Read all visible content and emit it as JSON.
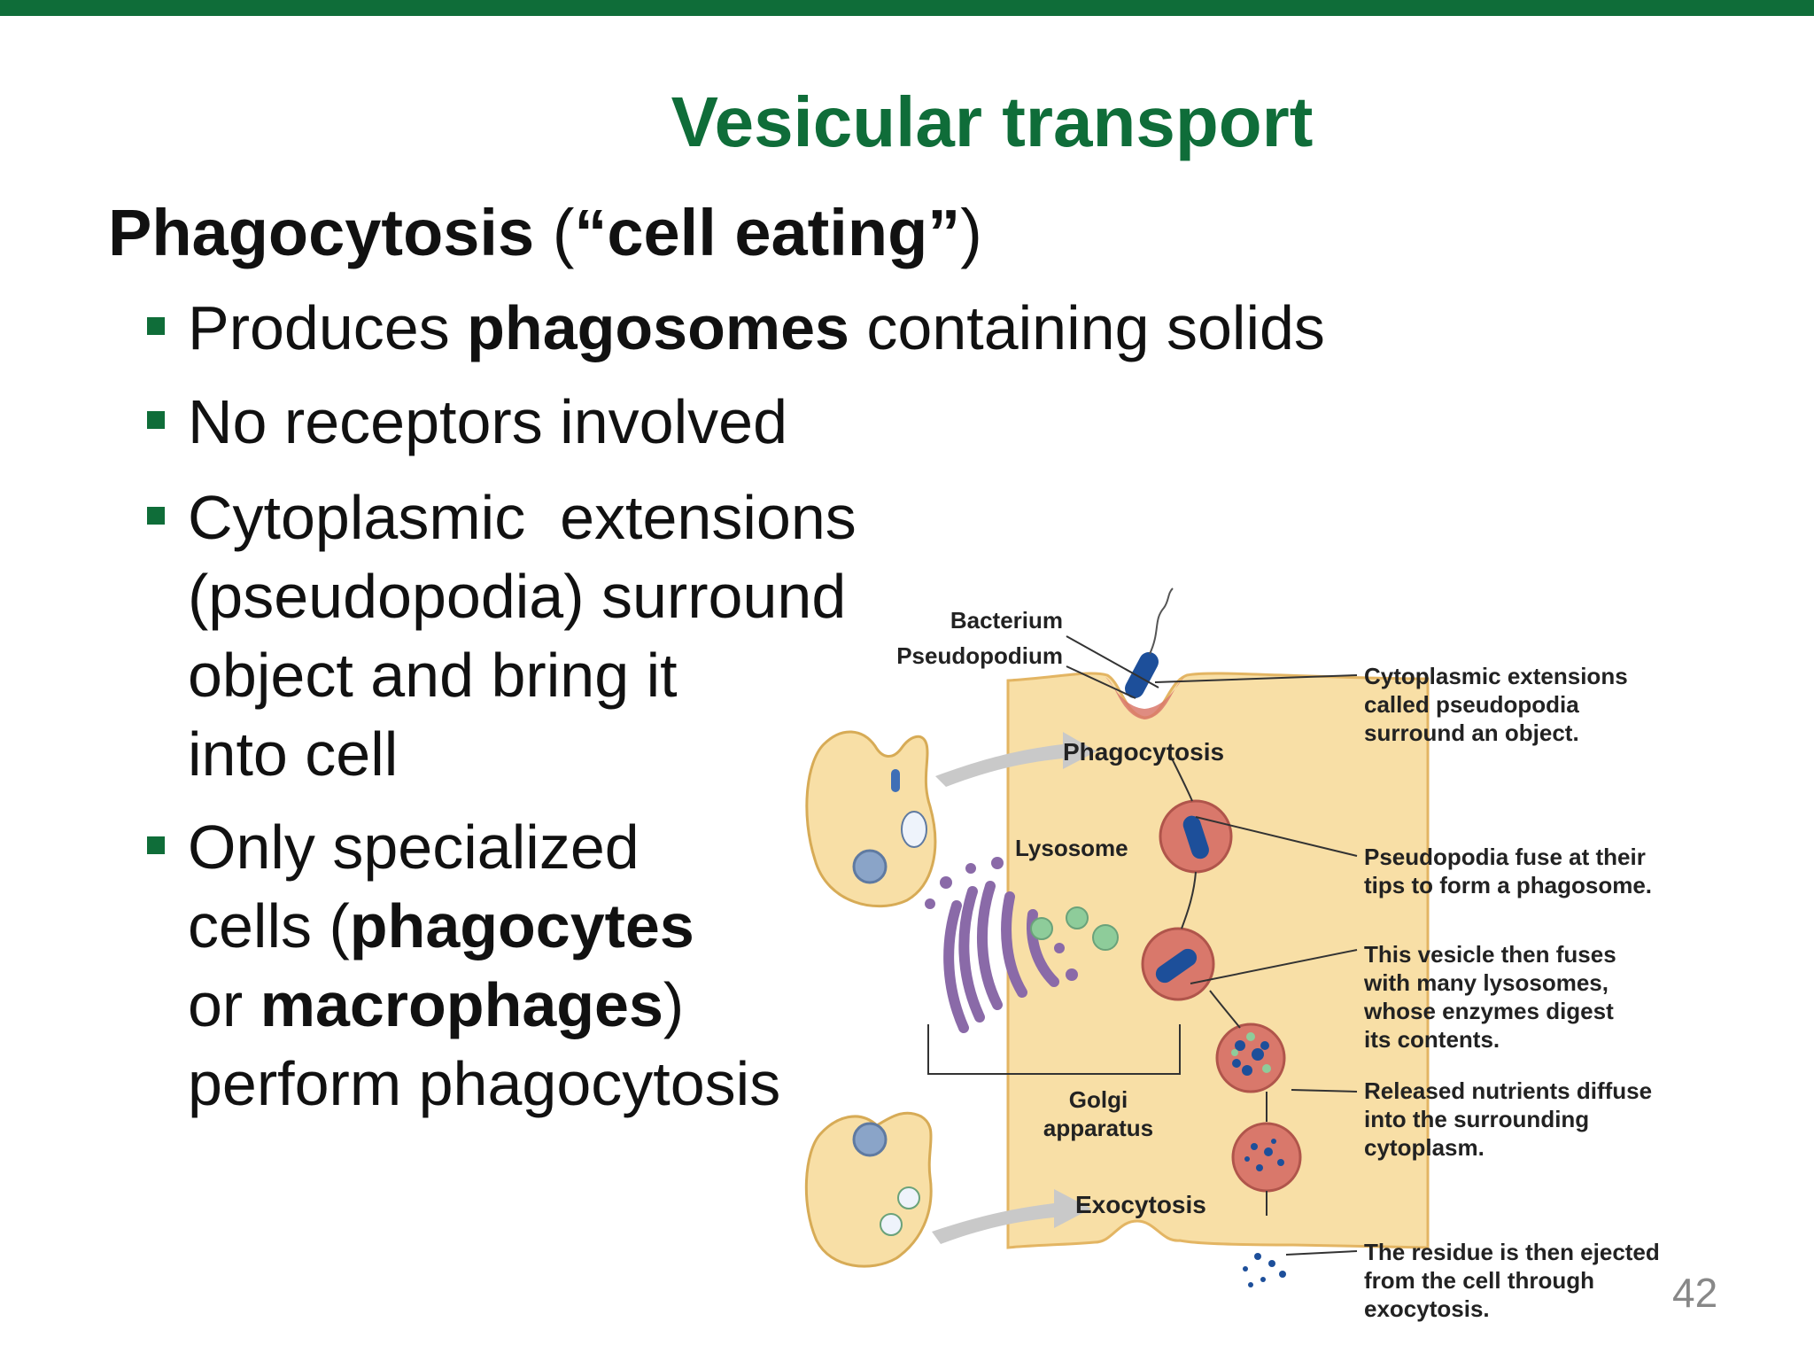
{
  "slide": {
    "title": "Vesicular transport",
    "heading": {
      "bold": "Phagocytosis",
      "open": " (",
      "quote": "“cell eating”",
      "close": ")"
    },
    "bullets": {
      "b1": {
        "pre": "Produces ",
        "bold": "phagosomes",
        "post": " containing solids"
      },
      "b2": {
        "text": "No receptors involved"
      },
      "b3": {
        "lines": [
          "Cytoplasmic  extensions",
          "(pseudopodia) surround",
          "object and bring it",
          "into cell"
        ]
      },
      "b4": {
        "l1": "Only specialized",
        "l2_pre": "cells (",
        "l2_bold": "phagocytes",
        "l3_pre": "or ",
        "l3_bold": "macrophages",
        "l3_post": ")",
        "l4": "perform phagocytosis"
      }
    },
    "page_number": "42"
  },
  "diagram": {
    "labels": {
      "bacterium": "Bacterium",
      "pseudopodium": "Pseudopodium",
      "phagocytosis": "Phagocytosis",
      "lysosome": "Lysosome",
      "golgi_1": "Golgi",
      "golgi_2": "apparatus",
      "exocytosis": "Exocytosis"
    },
    "callouts": {
      "c1": {
        "l1": "Cytoplasmic extensions",
        "l2_pre": "called ",
        "l2_bold": "pseudopodia",
        "l3": "surround an object."
      },
      "c2": {
        "l1": "Pseudopodia fuse at their",
        "l2": "tips to form a phagosome."
      },
      "c3": {
        "l1": "This vesicle then fuses",
        "l2": "with many lysosomes,",
        "l3": "whose enzymes digest",
        "l4": "its contents."
      },
      "c4": {
        "l1": "Released nutrients diffuse",
        "l2": "into the surrounding",
        "l3": "cytoplasm."
      },
      "c5": {
        "l1": "The residue is then ejected",
        "l2": "from the cell through",
        "l3": "exocytosis."
      }
    },
    "colors": {
      "cytoplasm": "#f8dfa6",
      "cell_edge": "#e3b563",
      "vesicle": "#d9786b",
      "bacterium": "#1d4f9a",
      "golgi": "#8a6aa8",
      "lysosome": "#8ecc9a",
      "arrow": "#c9c9c9"
    }
  }
}
